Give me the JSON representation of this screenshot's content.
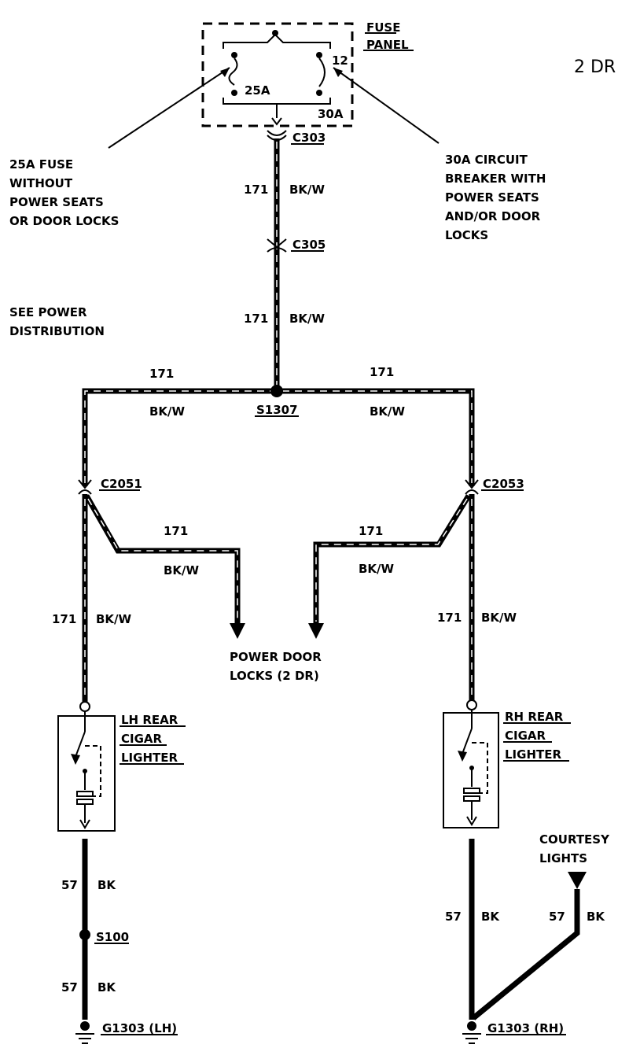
{
  "diagram": {
    "variant": "2 DR",
    "fuse_panel": {
      "title_line1": "FUSE",
      "title_line2": "PANEL",
      "fuse_label": "25A",
      "breaker_label": "30A",
      "breaker_cavity": "12"
    },
    "notes": {
      "fuse_note": [
        "25A FUSE",
        "WITHOUT",
        "POWER SEATS",
        "OR DOOR LOCKS"
      ],
      "breaker_note": [
        "30A CIRCUIT",
        "BREAKER WITH",
        "POWER SEATS",
        "AND/OR DOOR",
        "LOCKS"
      ],
      "see_power": [
        "SEE POWER",
        "DISTRIBUTION"
      ]
    },
    "connectors": {
      "c303": "C303",
      "c305": "C305",
      "c2051": "C2051",
      "c2053": "C2053"
    },
    "splices": {
      "s1307": "S1307",
      "s100": "S100"
    },
    "wire_171": {
      "circuit": "171",
      "color": "BK/W",
      "circuit_rh_lower": "171"
    },
    "wire_57": {
      "circuit": "57",
      "color": "BK"
    },
    "power_door_locks": [
      "POWER DOOR",
      "LOCKS (2 DR)"
    ],
    "lh_lighter": [
      "LH REAR",
      "CIGAR",
      "LIGHTER"
    ],
    "rh_lighter": [
      "RH REAR",
      "CIGAR",
      "LIGHTER"
    ],
    "courtesy_lights": [
      "COURTESY",
      "LIGHTS"
    ],
    "grounds": {
      "lh": "G1303 (LH)",
      "rh": "G1303 (RH)"
    }
  }
}
